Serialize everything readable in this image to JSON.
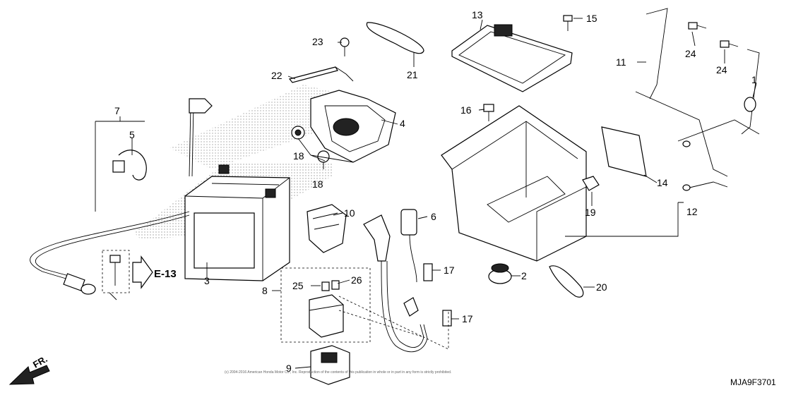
{
  "diagram": {
    "callouts": {
      "c1": "1",
      "c2": "2",
      "c3": "3",
      "c4": "4",
      "c5": "5",
      "c6": "6",
      "c7": "7",
      "c8": "8",
      "c9": "9",
      "c10": "10",
      "c11": "11",
      "c12": "12",
      "c13": "13",
      "c14": "14",
      "c15": "15",
      "c16": "16",
      "c17a": "17",
      "c17b": "17",
      "c18a": "18",
      "c18b": "18",
      "c19": "19",
      "c20": "20",
      "c21": "21",
      "c22": "22",
      "c23": "23",
      "c24a": "24",
      "c24b": "24",
      "c25": "25",
      "c26": "26"
    },
    "reference": "E-13",
    "front_label": "FR.",
    "drawing_code": "MJA9F3701",
    "copyright": "(c) 2004-2016 American Honda Motor Co., Inc. Reproduction of the contents of this publication in whole or in part in any form is strictly prohibited."
  }
}
